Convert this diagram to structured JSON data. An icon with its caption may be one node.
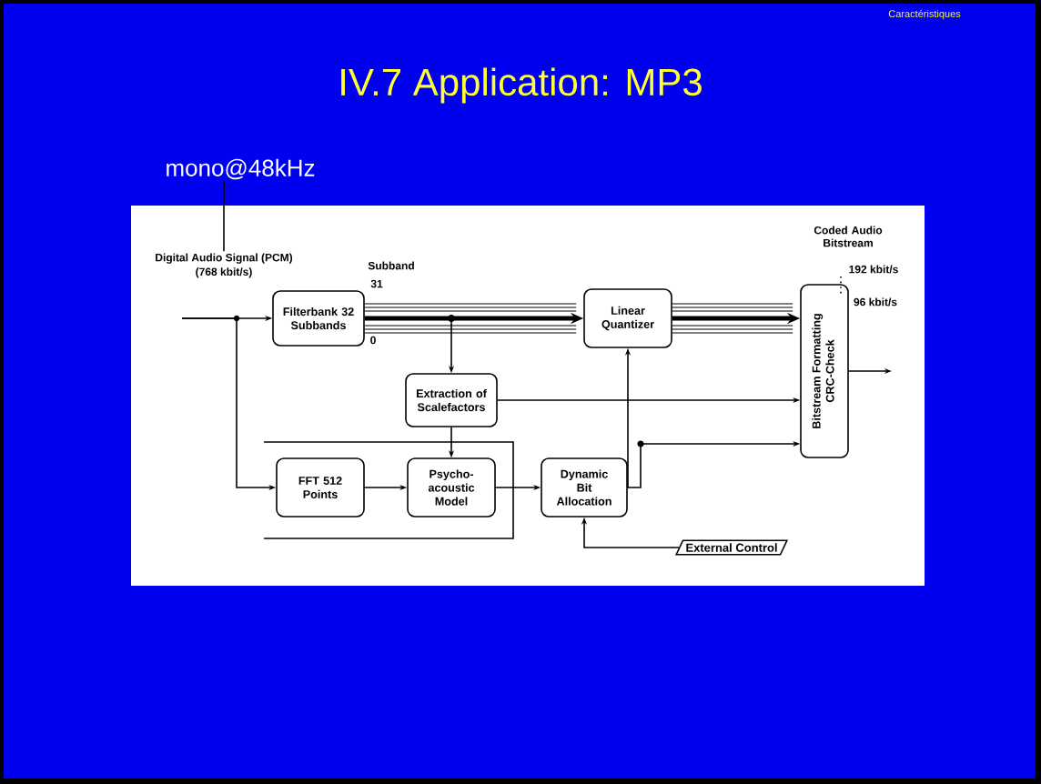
{
  "diagram": {
    "title": "IV.7 Application: MP3",
    "nodes": [
      {
        "text": [
          "Filterbank 32 Subbands"
        ]
      },
      {
        "text": [
          "Linear Quantizer"
        ]
      },
      {
        "text": [
          "Extraction of Scalefactors"
        ]
      },
      {
        "text": [
          "FFT 512 Points"
        ]
      },
      {
        "text": [
          "Psycho-acoustic Model"
        ]
      },
      {
        "text": [
          "Dynamic Bit Allocation"
        ]
      },
      {
        "text": [
          "Bitstream Formatting",
          "CRC-Check"
        ]
      },
      {
        "text": [
          "External Control"
        ]
      },
      {
        "text": [
          "mono@48kHz"
        ]
      },
      {
        "text": [
          "Digital Audio Signal (PCM)",
          "(768 kbit/s)"
        ]
      }
    ],
    "edges": [
      {
        "from": 9,
        "to": 0,
        "arrow": "to"
      },
      {
        "from": 9,
        "to": 3,
        "arrow": "to"
      },
      {
        "from": 0,
        "to": 1,
        "arrow": "to",
        "style": "thick"
      },
      {
        "from": 1,
        "to": 6,
        "arrow": "to",
        "style": "thick"
      },
      {
        "from": 0,
        "to": 2,
        "arrow": "to"
      },
      {
        "from": 2,
        "to": 4,
        "arrow": "to"
      },
      {
        "from": 2,
        "to": 6,
        "arrow": "to"
      },
      {
        "from": 3,
        "to": 4,
        "arrow": "to"
      },
      {
        "from": 4,
        "to": 5,
        "arrow": "to"
      },
      {
        "from": 5,
        "to": 1,
        "arrow": "to"
      },
      {
        "from": 5,
        "to": 6,
        "arrow": "to"
      },
      {
        "from": 7,
        "to": 5,
        "arrow": "to"
      },
      {
        "from": 6,
        "to": null,
        "arrow": "to"
      },
      {
        "from": 8,
        "to": 9,
        "arrow": "none"
      }
    ],
    "labels": [
      "Caractéristiques",
      "Subband",
      "31",
      "0",
      "Coded Audio Bitstream",
      "192 kbit/s",
      "96 kbit/s"
    ]
  }
}
